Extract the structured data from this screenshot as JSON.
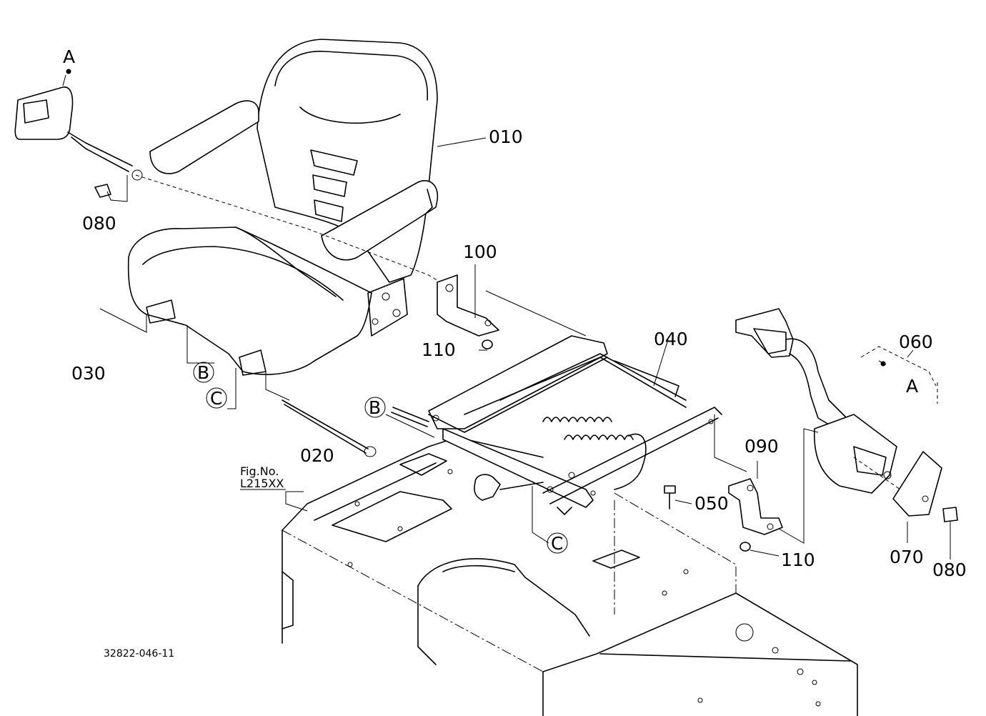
{
  "diagram_code": "32822-046-11",
  "figure_ref": {
    "line1": "Fig.No.",
    "line2": "L215XX"
  },
  "callouts": {
    "p010": "010",
    "p020": "020",
    "p030": "030",
    "p040": "040",
    "p050": "050",
    "p060": "060",
    "p070": "070",
    "p080_left": "080",
    "p080_right": "080",
    "p090": "090",
    "p100": "100",
    "p110_upper": "110",
    "p110_lower": "110"
  },
  "refs": {
    "a_top": "A",
    "a_right": "A",
    "b_left": "B",
    "b_mid": "B",
    "c_left": "C",
    "c_mid": "C"
  }
}
